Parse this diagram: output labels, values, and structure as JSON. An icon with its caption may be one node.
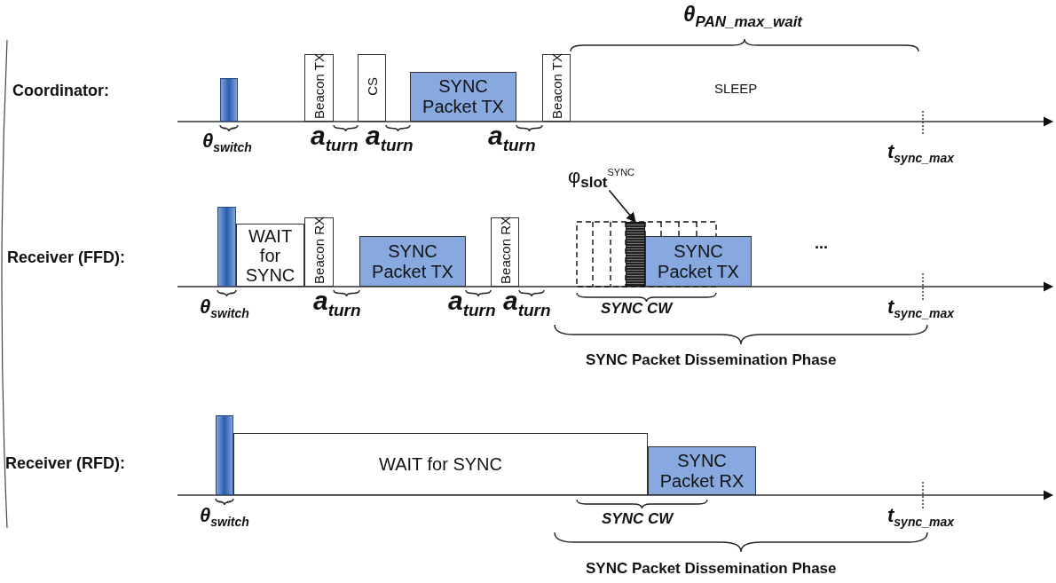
{
  "diagram": {
    "nodes": [
      {
        "text": [],
        "shape": "bar"
      },
      {
        "text": [
          "Beacon TX"
        ]
      },
      {
        "text": [
          "CS"
        ]
      },
      {
        "text": [
          "SYNC Packet TX"
        ]
      },
      {
        "text": [
          "Beacon TX"
        ]
      },
      {
        "text": [],
        "shape": "bar"
      },
      {
        "text": [
          "WAIT for SYNC"
        ]
      },
      {
        "text": [
          "Beacon RX"
        ]
      },
      {
        "text": [
          "SYNC Packet TX"
        ]
      },
      {
        "text": [
          "Beacon RX"
        ]
      },
      {
        "text": [
          "φ$_{slot}$$^{SYNC}$"
        ]
      },
      {
        "text": [],
        "shape": "box"
      },
      {
        "text": [
          "SYNC Packet TX"
        ]
      },
      {
        "text": [],
        "shape": "bar"
      },
      {
        "text": [
          "WAIT for SYNC"
        ]
      },
      {
        "text": [
          "SYNC Packet RX"
        ]
      }
    ],
    "edges": [
      {
        "from": 10,
        "to": 11,
        "arrow": "to"
      }
    ],
    "labels": [
      "θ$_{PAN_max_wait}$",
      "Coordinator:",
      "SLEEP",
      "θ$_{switch}$",
      "a$_{turn}$",
      "a$_{turn}$",
      "a$_{turn}$",
      "t$_{sync_max}$",
      "Receiver (FFD):",
      "...",
      "θ$_{switch}$",
      "a$_{turn}$",
      "a$_{turn}$",
      "a$_{turn}$",
      "SYNC CW",
      "t$_{sync_max}$",
      "SYNC Packet Dissemination Phase",
      "Receiver (RFD):",
      "θ$_{switch}$",
      "SYNC CW",
      "t$_{sync_max}$",
      "SYNC Packet Dissemination Phase"
    ]
  }
}
